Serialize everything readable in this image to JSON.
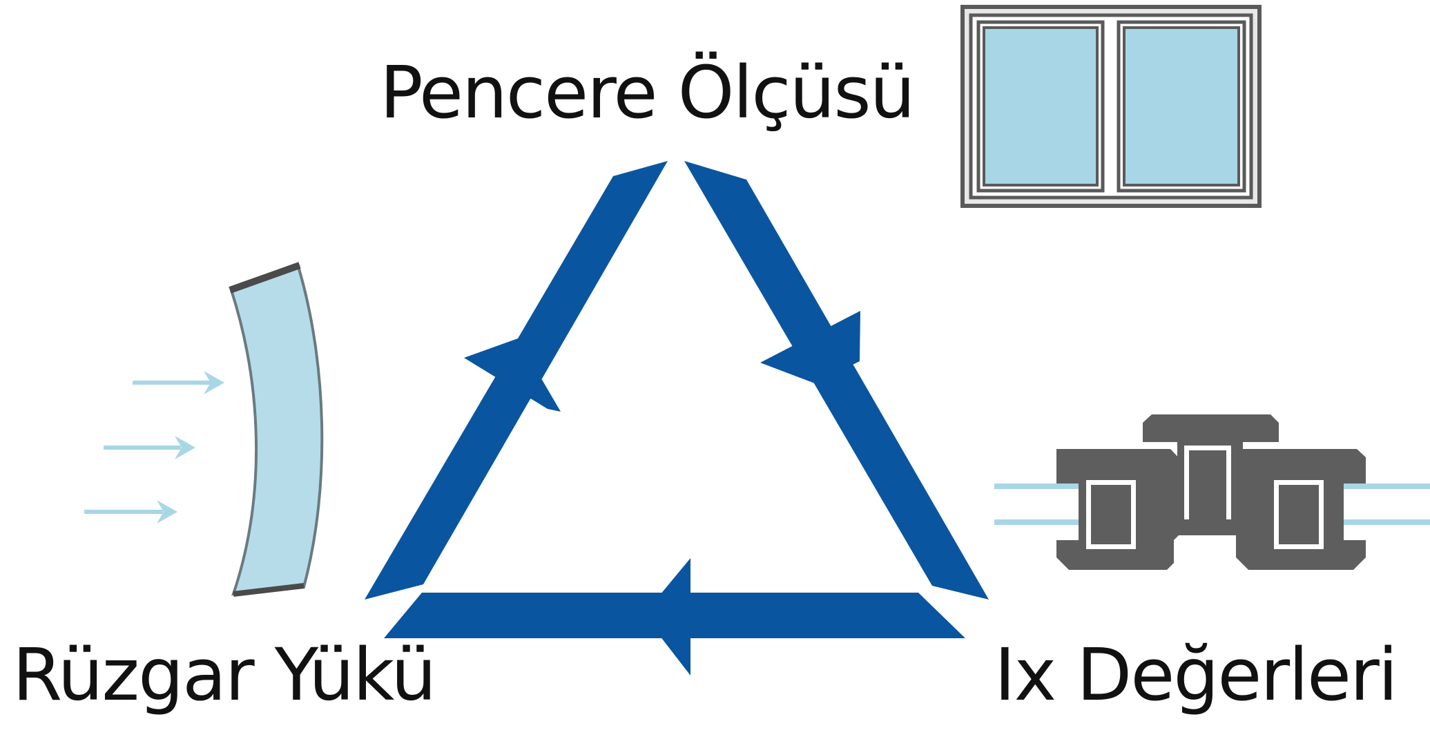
{
  "labels": {
    "top": "Pencere Ölçüsü",
    "left": "Rüzgar Yükü",
    "right": "Ix Değerleri"
  },
  "icons": {
    "top": "window-icon",
    "left": "bent-glass-wind-icon",
    "right": "profile-cross-section-icon"
  },
  "colors": {
    "arrow": "#0a559f",
    "glass": "#a9d6e6",
    "frame": "#5a5a5a",
    "text": "#111111"
  }
}
